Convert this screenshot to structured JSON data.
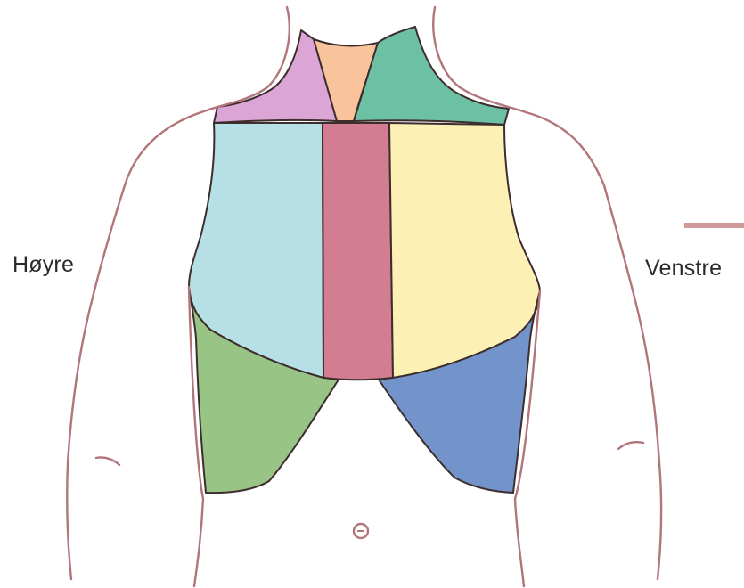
{
  "labels": {
    "right_side": "Høyre",
    "left_side": "Venstre"
  },
  "regions": [
    {
      "id": "neck-right",
      "color": "#dba6d6"
    },
    {
      "id": "neck-center",
      "color": "#f9c39c"
    },
    {
      "id": "neck-left",
      "color": "#6cc0a4"
    },
    {
      "id": "chest-right",
      "color": "#b7e0e6"
    },
    {
      "id": "sternum",
      "color": "#d27d91"
    },
    {
      "id": "chest-left",
      "color": "#fdf0b5"
    },
    {
      "id": "lower-right",
      "color": "#98c486"
    },
    {
      "id": "lower-left",
      "color": "#7393cb"
    }
  ],
  "colors": {
    "outline": "#b2757a",
    "region_border": "#3d2d2d",
    "legend_line": "#d19999"
  }
}
